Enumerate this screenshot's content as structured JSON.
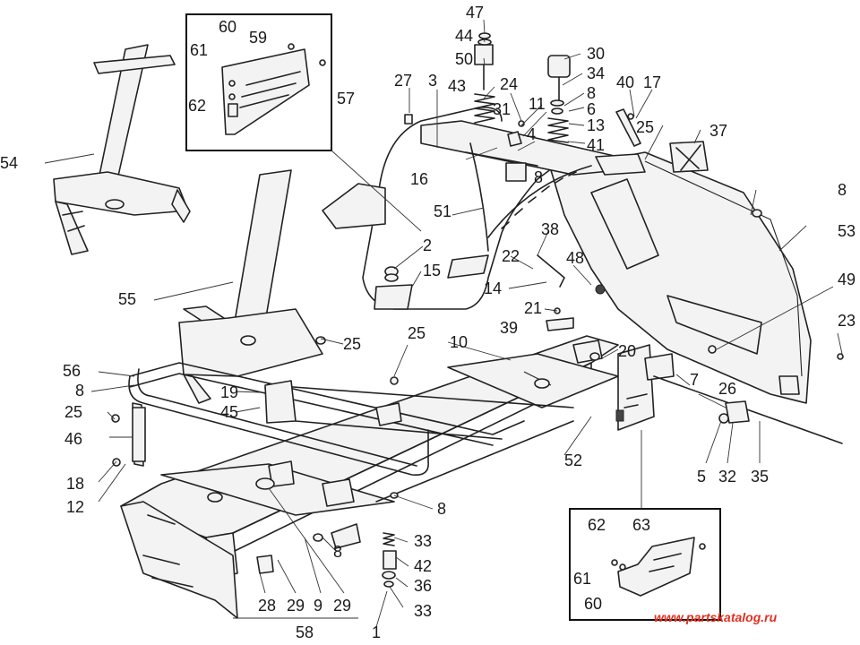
{
  "watermark": "www.partskatalog.ru",
  "callouts": {
    "c1": [
      "60",
      "61",
      "59",
      "62"
    ],
    "c2": [
      "62",
      "63",
      "61",
      "60"
    ]
  },
  "labels": {
    "l47": "47",
    "l44": "44",
    "l50": "50",
    "l27": "27",
    "l3": "3",
    "l43": "43",
    "l24": "24",
    "l31": "31",
    "l11": "11",
    "l30": "30",
    "l34": "34",
    "l8a": "8",
    "l6": "6",
    "l13": "13",
    "l41": "41",
    "l40": "40",
    "l17": "17",
    "l25a": "25",
    "l37": "37",
    "l4": "4",
    "l8b": "8",
    "l16": "16",
    "l57": "57",
    "l54": "54",
    "l51": "51",
    "l8c": "8",
    "l53": "53",
    "l38": "38",
    "l2": "2",
    "l15": "15",
    "l22": "22",
    "l48": "48",
    "l49": "49",
    "l14": "14",
    "l55": "55",
    "l21": "21",
    "l39": "39",
    "l23": "23",
    "l25b": "25",
    "l25c": "25",
    "l10": "10",
    "l20": "20",
    "l56": "56",
    "l8d": "8",
    "l19": "19",
    "l7": "7",
    "l26": "26",
    "l25d": "25",
    "l45": "45",
    "l46": "46",
    "l52": "52",
    "l18": "18",
    "l5": "5",
    "l32": "32",
    "l35": "35",
    "l12": "12",
    "l8e": "8",
    "l33a": "33",
    "l8f": "8",
    "l42": "42",
    "l36": "36",
    "l28": "28",
    "l29a": "29",
    "l9": "9",
    "l29b": "29",
    "l33b": "33",
    "l58": "58",
    "l1": "1"
  }
}
